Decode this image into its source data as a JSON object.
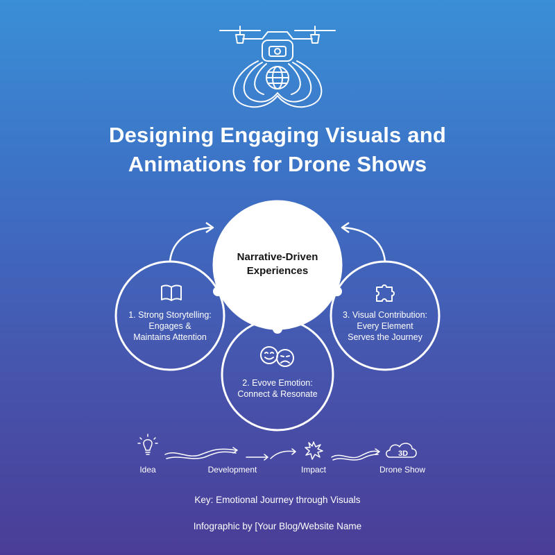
{
  "title": {
    "line1": "Designing Engaging Visuals and",
    "line2": "Animations for Drone Shows"
  },
  "diagram": {
    "center": {
      "line1": "Narrative-Driven",
      "line2": "Experiences"
    },
    "left": {
      "line1": "1. Strong Storytelling:",
      "line2": "Engages &",
      "line3": "Maintains Attention",
      "icon": "book-icon"
    },
    "bottom": {
      "line1": "2. Evove Emotion:",
      "line2": "Connect & Resonate",
      "icon": "emotion-faces-icon"
    },
    "right": {
      "line1": "3. Visual Contribution:",
      "line2": "Every Element",
      "line3": "Serves the Journey",
      "icon": "puzzle-icon"
    }
  },
  "journey": {
    "steps": [
      {
        "label": "Idea",
        "icon": "lightbulb-icon"
      },
      {
        "label": "Development",
        "icon": ""
      },
      {
        "label": "Impact",
        "icon": "starburst-icon"
      },
      {
        "label": "Drone Show",
        "icon": "cloud-3d-icon",
        "icon_text": "3D"
      }
    ]
  },
  "key": "Key: Emotional Journey through Visuals",
  "credit": "Infographic by [Your Blog/Website Name",
  "colors": {
    "background_top": "#3a8fd6",
    "background_bottom": "#4a3d97",
    "line": "#ffffff",
    "center_text": "#151515"
  }
}
